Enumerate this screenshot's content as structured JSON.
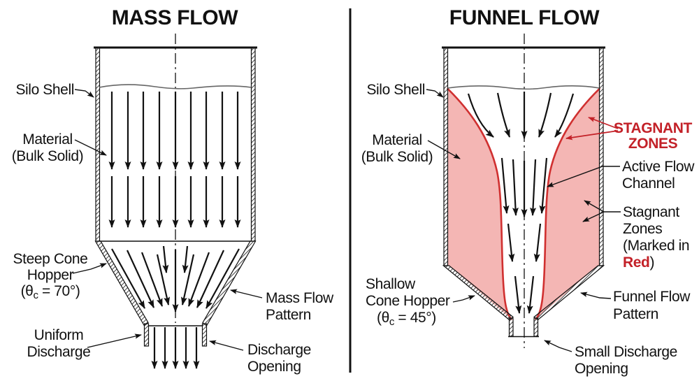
{
  "colors": {
    "red_accent": "#c32128",
    "zone_fill": "#f4b6b4",
    "zone_stroke": "#d03030",
    "ink": "#111111",
    "surface_gray": "#666666",
    "background": "#ffffff"
  },
  "left_panel": {
    "title": "MASS FLOW",
    "labels": {
      "silo_shell": "Silo Shell",
      "material": [
        "Material",
        "(Bulk Solid)"
      ],
      "hopper": [
        "Steep Cone",
        "Hopper"
      ],
      "hopper_theta": {
        "pre": "(θ",
        "sub": "c",
        "post": " = 70°)"
      },
      "flow_pattern": [
        "Mass Flow",
        "Pattern"
      ],
      "discharge": [
        "Uniform",
        "Discharge"
      ],
      "opening": [
        "Discharge",
        "Opening"
      ]
    }
  },
  "right_panel": {
    "title": "FUNNEL FLOW",
    "labels": {
      "silo_shell": "Silo Shell",
      "material": [
        "Material",
        "(Bulk Solid)"
      ],
      "stagnant_title": [
        "STAGNANT",
        "ZONES"
      ],
      "active_flow": [
        "Active Flow",
        "Channel"
      ],
      "stagnant_detail": [
        "Stagnant",
        "Zones",
        "(Marked in"
      ],
      "stagnant_detail_red_word": "Red",
      "stagnant_detail_close": ")",
      "hopper": [
        "Shallow",
        "Cone Hopper"
      ],
      "hopper_theta": {
        "pre": "(θ",
        "sub": "c",
        "post": " = 45°)"
      },
      "flow_pattern": [
        "Funnel Flow",
        "Pattern"
      ],
      "opening": [
        "Small Discharge",
        "Opening"
      ]
    }
  }
}
